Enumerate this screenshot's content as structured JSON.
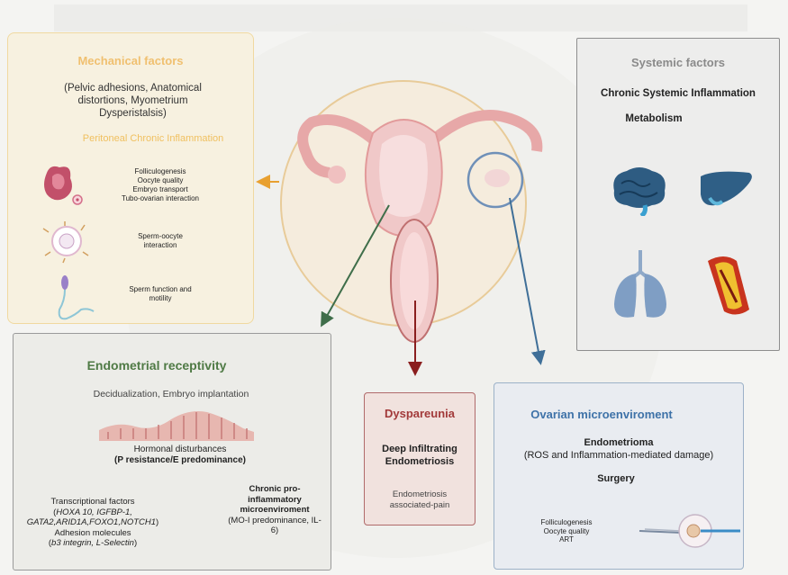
{
  "mechanical": {
    "title": "Mechanical factors",
    "subtitle": "(Pelvic adhesions, Anatomical distortions, Myometrium Dysperistalsis)",
    "inflammation": "Peritoneal Chronic Inflammation",
    "item1": "Folliculogenesis\nOocyte quality\nEmbryo transport\nTubo-ovarian interaction",
    "item2": "Sperm-oocyte\ninteraction",
    "item3": "Sperm function and\nmotility"
  },
  "systemic": {
    "title": "Systemic factors",
    "line1": "Chronic Systemic Inflammation",
    "line2": "Metabolism"
  },
  "endometrial": {
    "title": "Endometrial receptivity",
    "subtitle": "Decidualization, Embryo implantation",
    "hormonal_1": "Hormonal disturbances",
    "hormonal_2": "(P resistance/E predominance)",
    "transcriptional": "Transcriptional factors",
    "genes_1": "HOXA 10, IGFBP-1,",
    "genes_2": "GATA2,ARID1A,FOXO1,NOTCH1",
    "adhesion": "Adhesion molecules",
    "adhesion_genes": "b3 integrin, L-Selectin",
    "chronic_1": "Chronic pro-",
    "chronic_2": "inflammatory",
    "chronic_3": "microenviroment",
    "chronic_4": "(MO-I predominance, IL-6)"
  },
  "dyspareunia": {
    "title": "Dyspareunia",
    "deep": "Deep Infiltrating\nEndometriosis",
    "pain": "Endometriosis\nassociated-pain"
  },
  "ovarian": {
    "title": "Ovarian microenviroment",
    "endometrioma": "Endometrioma",
    "ros": "(ROS and Inflammation-mediated damage)",
    "surgery": "Surgery",
    "small": "Folliculogenesis\nOocyte quality\nART"
  },
  "colors": {
    "mechanical": "#f0c870",
    "systemic": "#8e8e8e",
    "endometrial": "#4f7a45",
    "dyspareunia": "#9b3a3a",
    "ovarian": "#4876a8"
  }
}
